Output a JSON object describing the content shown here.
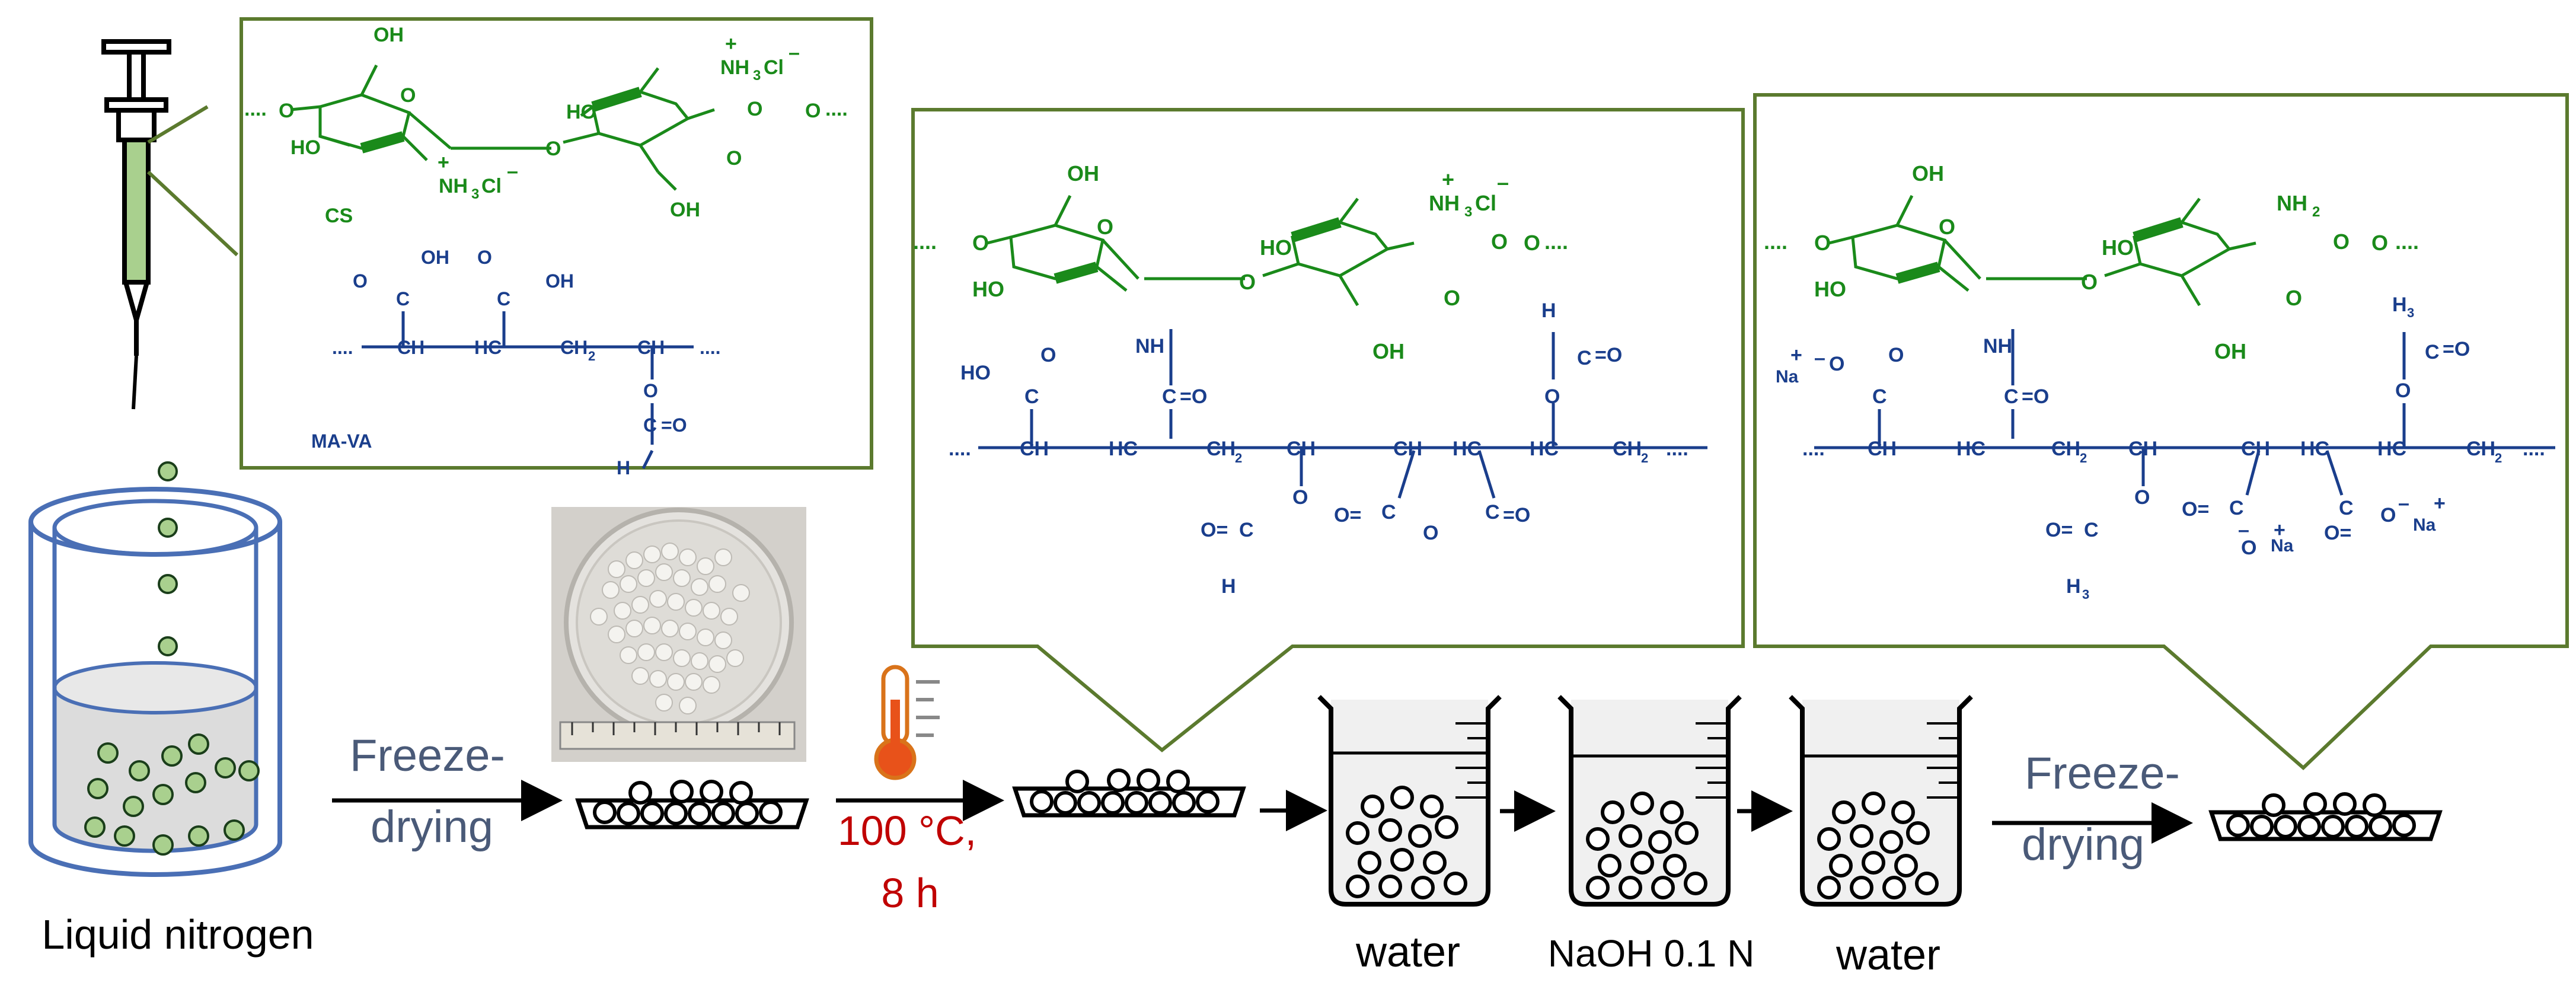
{
  "colors": {
    "green": "#1a8a1a",
    "blue": "#1a3e8c",
    "red": "#c00000",
    "box_border": "#5b7a2e",
    "text_gray": "#4a5a78",
    "bead_green": "#a9d08e",
    "nitrogen": "#dcdcdc",
    "cylinder": "#4a6fb5"
  },
  "steps": {
    "liquid_nitrogen": "Liquid nitrogen",
    "freeze1_a": "Freeze-",
    "freeze1_b": "drying",
    "temp_a": "100 °C,",
    "temp_b": "8 h",
    "water1": "water",
    "naoh": "NaOH 0.1 N",
    "water2": "water",
    "freeze2_a": "Freeze-",
    "freeze2_b": "drying"
  },
  "box1": {
    "cs_label": "CS",
    "mava_label": "MA-VA",
    "oh": "OH",
    "ho": "HO",
    "o": "O",
    "dots": "....",
    "nh3": "NH",
    "sub3": "3",
    "cl": "Cl",
    "plus": "+",
    "minus": "–",
    "c": "C",
    "ch": "CH",
    "hc": "HC",
    "ch2": "CH",
    "sub2": "2",
    "h3c": "H",
    "eq_o": "=O"
  },
  "box2": {
    "oh": "OH",
    "ho": "HO",
    "o": "O",
    "dots": "....",
    "nh": "NH",
    "nh3": "NH",
    "sub3": "3",
    "cl": "Cl",
    "plus": "+",
    "minus": "–",
    "c": "C",
    "ch": "CH",
    "hc": "HC",
    "ch2": "CH",
    "sub2": "2",
    "h": "H",
    "eq_o": "=O",
    "o_eq": "O="
  },
  "box3": {
    "oh": "OH",
    "ho": "HO",
    "o": "O",
    "dots": "....",
    "nh": "NH",
    "nh2": "NH",
    "sub2": "2",
    "na": "Na",
    "plus": "+",
    "minus": "–",
    "c": "C",
    "ch": "CH",
    "hc": "HC",
    "ch2": "CH",
    "h": "H",
    "sub3": "3",
    "eq_o": "=O",
    "o_eq": "O="
  }
}
